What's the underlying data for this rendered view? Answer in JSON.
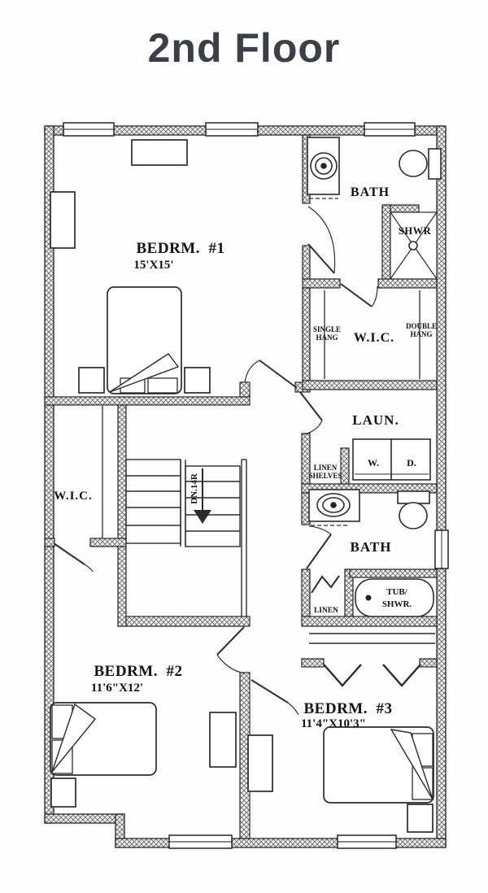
{
  "title": "2nd Floor",
  "colors": {
    "ink": "#1a1a1a",
    "title_text": "#3b4046",
    "background": "#fdfdfd",
    "wall_hatch": "#6b6b6b"
  },
  "plan": {
    "rooms": {
      "bedroom1": {
        "name": "BEDRM.  #1",
        "dims": "15'X15'"
      },
      "bedroom2": {
        "name": "BEDRM.  #2",
        "dims": "11'6\"X12'"
      },
      "bedroom3": {
        "name": "BEDRM.  #3",
        "dims": "11'4\"X10'3\""
      },
      "bath_upper": {
        "name": "BATH"
      },
      "bath_lower": {
        "name": "BATH"
      },
      "shower": {
        "label": "SHWR"
      },
      "wic_upper": {
        "name": "W.I.C.",
        "single_hang": [
          "SINGLE",
          "HANG"
        ],
        "double_hang": [
          "DOUBLE",
          "HANG"
        ]
      },
      "wic_left": {
        "name": "W.I.C."
      },
      "laundry": {
        "name": "LAUN.",
        "washer": "W.",
        "dryer": "D."
      },
      "linen_shelves": {
        "lines": [
          "LINEN",
          "SHELVES"
        ]
      },
      "linen_lower": {
        "label": "LINEN"
      },
      "tub": {
        "lines": [
          "TUB/",
          "SHWR."
        ]
      }
    },
    "stairs": {
      "label": "DN.14R"
    }
  }
}
